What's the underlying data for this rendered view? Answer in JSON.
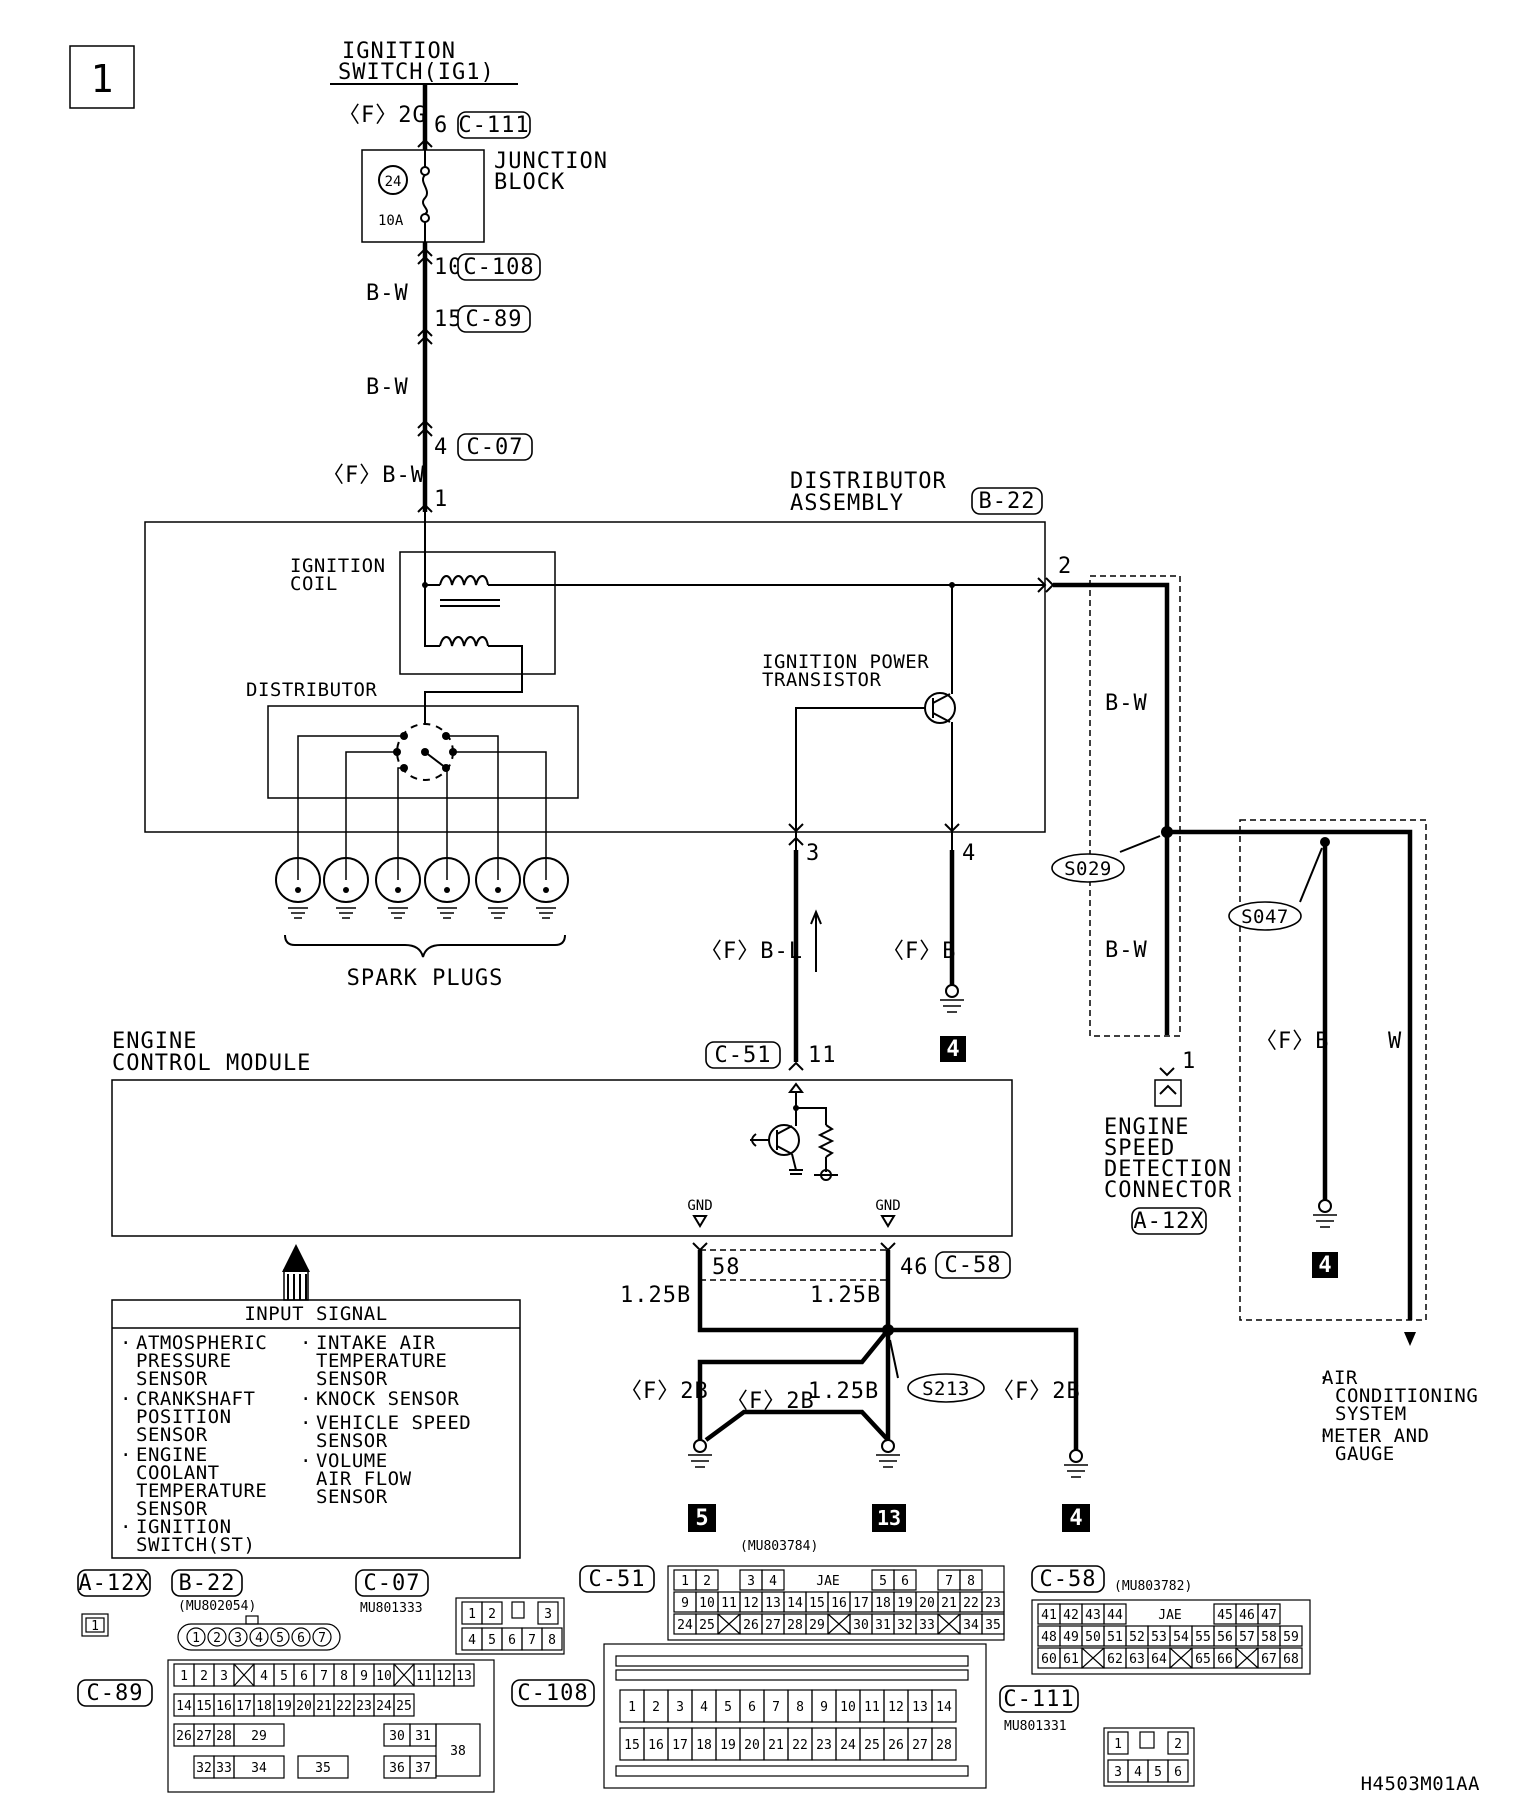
{
  "page_number": "1",
  "drawing_code": "H4503M01AA",
  "ignition_switch": {
    "line1": "IGNITION",
    "line2": "SWITCH(IG1)"
  },
  "junction_block": {
    "line1": "JUNCTION",
    "line2": "BLOCK",
    "fuse_number": "24",
    "fuse_rating": "10A"
  },
  "wire_labels": {
    "f_2g": "〈F〉2G",
    "bw_1": "B-W",
    "bw_2": "B-W",
    "f_bw": "〈F〉B-W",
    "bw_right_1": "B-W",
    "bw_right_2": "B-W",
    "f_bl": "〈F〉B-L",
    "f_b_1": "〈F〉B",
    "f_b_2": "〈F〉B",
    "w": "W",
    "b125_1": "1.25B",
    "b125_2": "1.25B",
    "b125_3": "1.25B",
    "f_2b_1": "〈F〉2B",
    "f_2b_2": "〈F〉2B",
    "f_2b_3": "〈F〉2B"
  },
  "pins": {
    "p6": "6",
    "p10": "10",
    "p15": "15",
    "p4": "4",
    "p1": "1",
    "p2": "2",
    "p3": "3",
    "p4b": "4",
    "p11": "11",
    "p1b": "1",
    "p58": "58",
    "p46": "46"
  },
  "connector_tags": {
    "c111": "C-111",
    "c108": "C-108",
    "c89": "C-89",
    "c07": "C-07",
    "b22": "B-22",
    "c51": "C-51",
    "c58": "C-58",
    "a12x": "A-12X"
  },
  "distributor_assembly": {
    "line1": "DISTRIBUTOR",
    "line2": "ASSEMBLY",
    "coil_line1": "IGNITION",
    "coil_line2": "COIL",
    "distributor": "DISTRIBUTOR",
    "transistor_line1": "IGNITION POWER",
    "transistor_line2": "TRANSISTOR"
  },
  "spark_plugs": "SPARK PLUGS",
  "splices": {
    "s029": "S029",
    "s047": "S047",
    "s213": "S213"
  },
  "engine_speed_connector": {
    "line1": "ENGINE",
    "line2": "SPEED",
    "line3": "DETECTION",
    "line4": "CONNECTOR"
  },
  "ecm": {
    "line1": "ENGINE",
    "line2": "CONTROL MODULE",
    "gnd_1": "GND",
    "gnd_2": "GND"
  },
  "ground_badges": {
    "g1": "4",
    "g2": "4",
    "g3": "5",
    "g4": "13",
    "g5": "4"
  },
  "destinations": {
    "ac_line1": "AIR",
    "ac_line2": "CONDITIONING",
    "ac_line3": "SYSTEM",
    "meter_line1": "METER AND",
    "meter_line2": "GAUGE"
  },
  "input_signal": {
    "title": "INPUT SIGNAL",
    "col1": [
      "ATMOSPHERIC",
      "PRESSURE",
      "SENSOR",
      "CRANKSHAFT",
      "POSITION",
      "SENSOR",
      "ENGINE",
      "COOLANT",
      "TEMPERATURE",
      "SENSOR",
      "IGNITION",
      "SWITCH(ST)"
    ],
    "col2": [
      "INTAKE AIR",
      "TEMPERATURE",
      "SENSOR",
      "KNOCK SENSOR",
      "VEHICLE SPEED",
      "SENSOR",
      "VOLUME",
      "AIR FLOW",
      "SENSOR"
    ]
  },
  "connector_views": {
    "a12x_tag": "A-12X",
    "a12x_pins": [
      "1"
    ],
    "b22_tag": "B-22",
    "b22_part": "(MU802054)",
    "b22_pins": [
      "1",
      "2",
      "3",
      "4",
      "5",
      "6",
      "7"
    ],
    "c07_tag": "C-07",
    "c07_part": "MU801333",
    "c07_pins": [
      "1",
      "2",
      "3",
      "4",
      "5",
      "6",
      "7",
      "8"
    ],
    "c51_tag": "C-51",
    "c51_part": "(MU803784)",
    "c51_brand": "JAE",
    "c51_row1": [
      "1",
      "2",
      "",
      "3",
      "4",
      "",
      "",
      "",
      "",
      "5",
      "6",
      "",
      "7",
      "8"
    ],
    "c51_row2": [
      "9",
      "10",
      "11",
      "12",
      "13",
      "14",
      "15",
      "16",
      "17",
      "18",
      "19",
      "20",
      "21",
      "22",
      "23"
    ],
    "c51_row3": [
      "24",
      "25",
      "",
      "26",
      "27",
      "28",
      "29",
      "",
      "30",
      "31",
      "32",
      "33",
      "",
      "34",
      "35"
    ],
    "c58_tag": "C-58",
    "c58_part": "(MU803782)",
    "c58_brand": "JAE",
    "c58_row1": [
      "41",
      "42",
      "43",
      "44",
      "",
      "",
      "",
      "",
      "45",
      "46",
      "47"
    ],
    "c58_row2": [
      "48",
      "49",
      "50",
      "51",
      "52",
      "53",
      "54",
      "55",
      "56",
      "57",
      "58",
      "59"
    ],
    "c58_row3": [
      "60",
      "61",
      "",
      "62",
      "63",
      "64",
      "",
      "65",
      "66",
      "",
      "67",
      "68"
    ],
    "c89_tag": "C-89",
    "c89_row1": [
      "1",
      "2",
      "3",
      "",
      "4",
      "5",
      "6",
      "7",
      "8",
      "9",
      "10",
      "",
      "11",
      "12",
      "13"
    ],
    "c89_row2": [
      "14",
      "15",
      "16",
      "17",
      "18",
      "19",
      "20",
      "21",
      "22",
      "23",
      "24",
      "25"
    ],
    "c89_row3": [
      "26",
      "27",
      "28",
      "29",
      "30",
      "31",
      "38"
    ],
    "c89_row4": [
      "32",
      "33",
      "34",
      "35",
      "36",
      "37"
    ],
    "c108_tag": "C-108",
    "c108_row1": [
      "1",
      "2",
      "3",
      "4",
      "5",
      "6",
      "7",
      "8",
      "9",
      "10",
      "11",
      "12",
      "13",
      "14"
    ],
    "c108_row2": [
      "15",
      "16",
      "17",
      "18",
      "19",
      "20",
      "21",
      "22",
      "23",
      "24",
      "25",
      "26",
      "27",
      "28"
    ],
    "c111_tag": "C-111",
    "c111_part": "MU801331",
    "c111_pins": [
      "1",
      "2",
      "3",
      "4",
      "5",
      "6"
    ]
  }
}
